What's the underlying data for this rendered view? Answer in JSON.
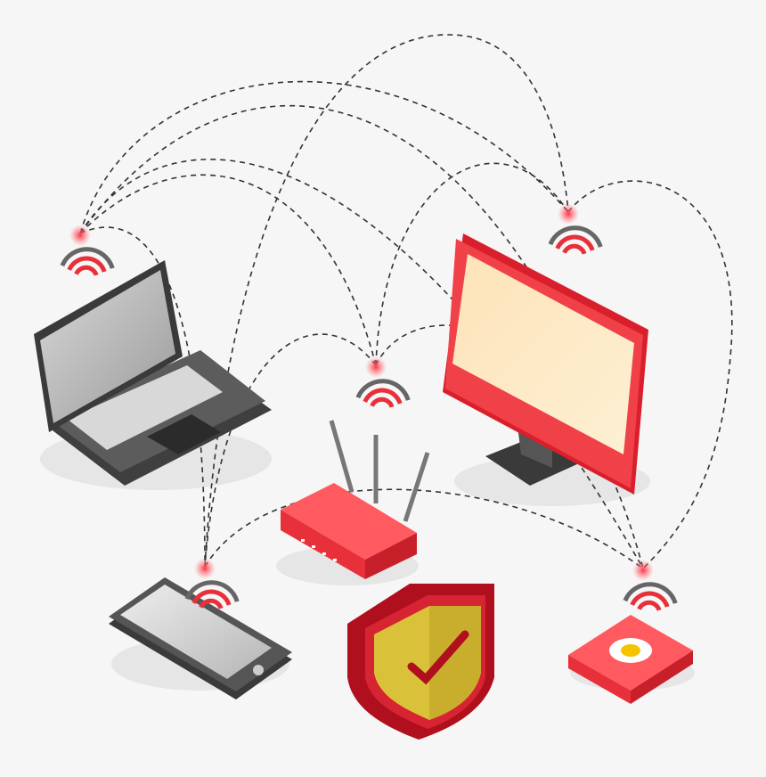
{
  "illustration": {
    "subject": "connected-devices-network",
    "colors": {
      "background": "#f6f6f6",
      "accent_red": "#e8303a",
      "dark_red": "#b0101e",
      "screen_cream": "#fde6bd",
      "shield_gold": "#d9c23a",
      "device_gray": "#4a4a4a",
      "link_stroke": "#333333"
    },
    "devices": [
      {
        "name": "laptop",
        "icon": "laptop-icon"
      },
      {
        "name": "router",
        "icon": "router-icon"
      },
      {
        "name": "monitor",
        "icon": "monitor-icon"
      },
      {
        "name": "smartphone",
        "icon": "smartphone-icon"
      },
      {
        "name": "smart-sensor",
        "icon": "sensor-icon"
      },
      {
        "name": "security-shield",
        "icon": "shield-check-icon"
      }
    ],
    "signal_icon": "wifi-signal-icon"
  }
}
